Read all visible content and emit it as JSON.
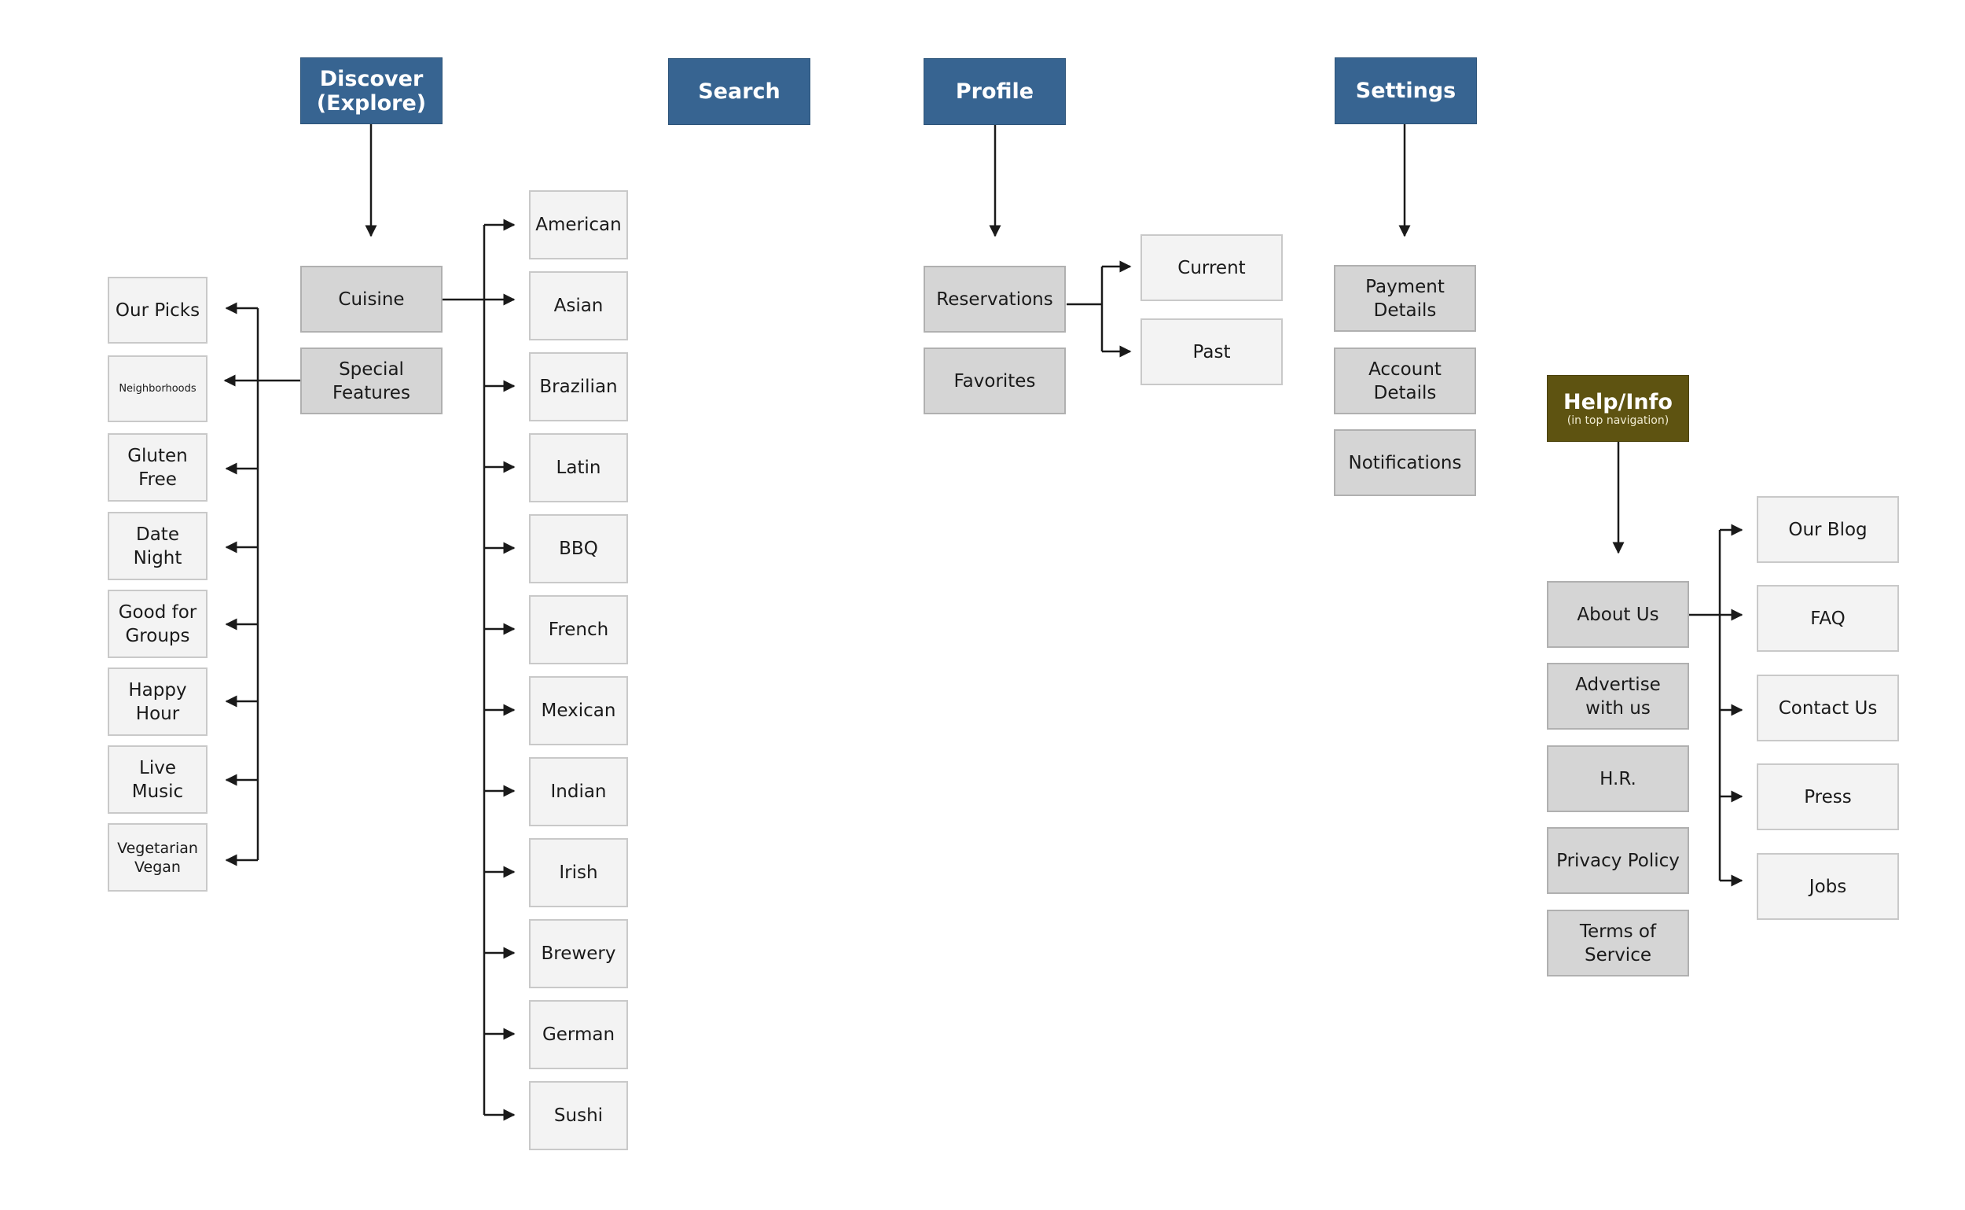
{
  "discover": {
    "title": "Discover\n(Explore)",
    "cuisine": "Cuisine",
    "special_features": "Special\nFeatures",
    "features": [
      "Our Picks",
      "Neighborhoods",
      "Gluten\nFree",
      "Date\nNight",
      "Good for\nGroups",
      "Happy\nHour",
      "Live\nMusic",
      "Vegetarian\nVegan"
    ],
    "cuisines": [
      "American",
      "Asian",
      "Brazilian",
      "Latin",
      "BBQ",
      "French",
      "Mexican",
      "Indian",
      "Irish",
      "Brewery",
      "German",
      "Sushi"
    ]
  },
  "search": {
    "title": "Search"
  },
  "profile": {
    "title": "Profile",
    "reservations": "Reservations",
    "favorites": "Favorites",
    "current": "Current",
    "past": "Past"
  },
  "settings": {
    "title": "Settings",
    "items": [
      "Payment\nDetails",
      "Account\nDetails",
      "Notifications"
    ]
  },
  "help": {
    "title": "Help/Info",
    "subtitle": "(in top navigation)",
    "items": [
      "About Us",
      "Advertise\nwith us",
      "H.R.",
      "Privacy Policy",
      "Terms of\nService"
    ],
    "about_children": [
      "Our Blog",
      "FAQ",
      "Contact Us",
      "Press",
      "Jobs"
    ]
  },
  "colors": {
    "header_blue": "#376491",
    "header_olive": "#5e5311",
    "grey_box": "#d5d5d5",
    "light_box": "#f3f3f3",
    "line": "#1a1a1a"
  }
}
